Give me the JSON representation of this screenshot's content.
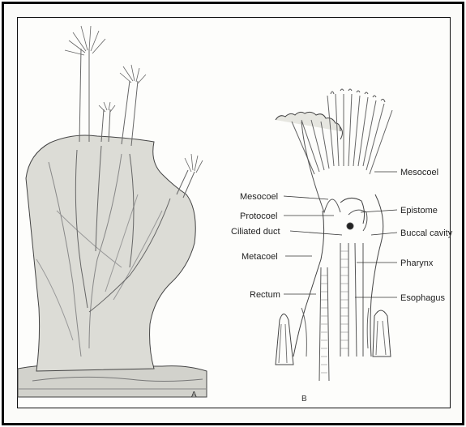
{
  "figure": {
    "panel_a_label": "A",
    "panel_b_label": "B",
    "labels": {
      "mesocoel_right": "Mesocoel",
      "mesocoel_left": "Mesocoel",
      "protocoel": "Protocoel",
      "ciliated_duct": "Ciliated duct",
      "metacoel": "Metacoel",
      "rectum": "Rectum",
      "epistome": "Epistome",
      "buccal_cavity": "Buccal cavity",
      "pharynx": "Pharynx",
      "esophagus": "Esophagus"
    }
  }
}
